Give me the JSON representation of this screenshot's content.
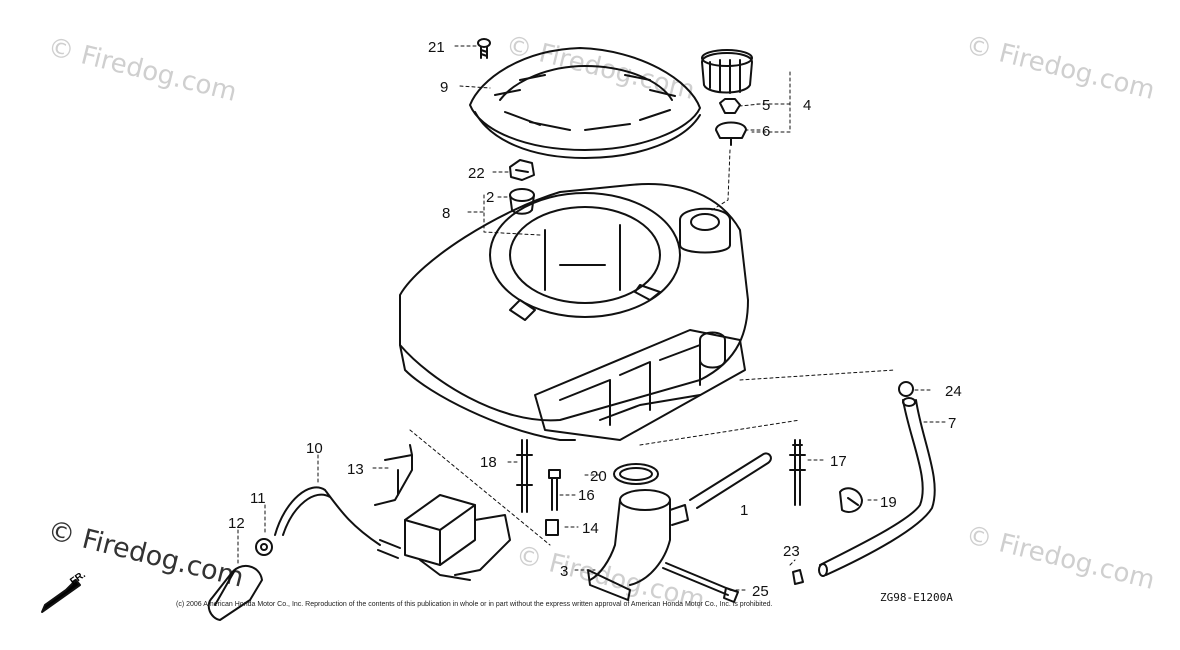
{
  "watermarks": {
    "top_left": "© Firedog.com",
    "top_center": "© Firedog.com",
    "top_right": "© Firedog.com",
    "bottom_left": "© Firedog.com",
    "bottom_center": "© Firedog.com",
    "bottom_right": "© Firedog.com"
  },
  "callouts": [
    {
      "id": "21",
      "label": "21"
    },
    {
      "id": "9",
      "label": "9"
    },
    {
      "id": "22",
      "label": "22"
    },
    {
      "id": "8",
      "label": "8"
    },
    {
      "id": "2",
      "label": "2"
    },
    {
      "id": "4",
      "label": "4"
    },
    {
      "id": "5",
      "label": "5"
    },
    {
      "id": "6",
      "label": "6"
    },
    {
      "id": "24",
      "label": "24"
    },
    {
      "id": "7",
      "label": "7"
    },
    {
      "id": "10",
      "label": "10"
    },
    {
      "id": "13",
      "label": "13"
    },
    {
      "id": "18",
      "label": "18"
    },
    {
      "id": "20",
      "label": "20"
    },
    {
      "id": "17",
      "label": "17"
    },
    {
      "id": "16",
      "label": "16"
    },
    {
      "id": "11",
      "label": "11"
    },
    {
      "id": "12",
      "label": "12"
    },
    {
      "id": "14",
      "label": "14"
    },
    {
      "id": "1",
      "label": "1"
    },
    {
      "id": "19",
      "label": "19"
    },
    {
      "id": "23",
      "label": "23"
    },
    {
      "id": "3",
      "label": "3"
    },
    {
      "id": "25",
      "label": "25"
    }
  ],
  "diagram_code": "ZG98-E1200A",
  "direction_label": "FR.",
  "copyright": "(c) 2006 American Honda Motor Co., Inc. Reproduction of the contents of this publication in whole or in part without the express written approval of American Honda Motor Co., Inc. is prohibited."
}
